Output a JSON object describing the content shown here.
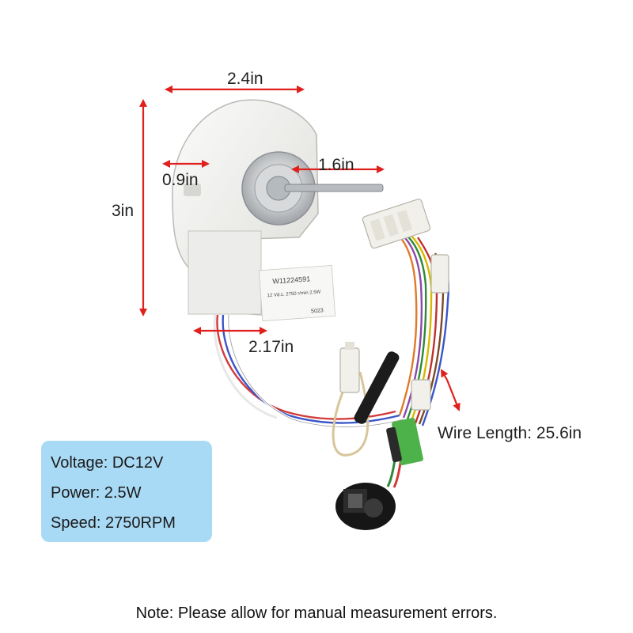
{
  "dimensions": {
    "width_top": "2.4in",
    "height": "3in",
    "hub_offset": "0.9in",
    "shaft_length": "1.6in",
    "base_width": "2.17in",
    "wire_length": "Wire Length: 25.6in"
  },
  "motor_label": {
    "part_number": "W11224591",
    "ratings": "12 Vd.c.  2750 r/min  2.5W",
    "code": "5023"
  },
  "specs": {
    "voltage": "Voltage: DC12V",
    "power": "Power: 2.5W",
    "speed": "Speed: 2750RPM"
  },
  "note": "Note: Please allow for manual measurement errors.",
  "colors": {
    "dimension_arrow": "#e0201c",
    "spec_panel": "#a9daf5",
    "motor_housing": "#f1f1ef"
  }
}
